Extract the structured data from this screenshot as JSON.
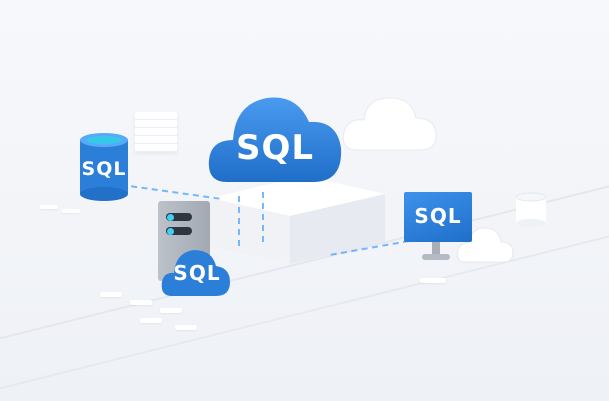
{
  "scene": {
    "description": "Isometric 3D illustration of SQL database and cloud services",
    "labels": {
      "cloud_main": "SQL",
      "database_cylinder": "SQL",
      "server_cloud": "SQL",
      "monitor": "SQL"
    },
    "colors": {
      "primary_blue": "#2b7fd8",
      "light_blue": "#4a9af0",
      "connector_dash": "#5aa6ff",
      "background": "#f4f6fa",
      "white_objects": "#ffffff",
      "server_gray": "#a9afb8"
    }
  }
}
